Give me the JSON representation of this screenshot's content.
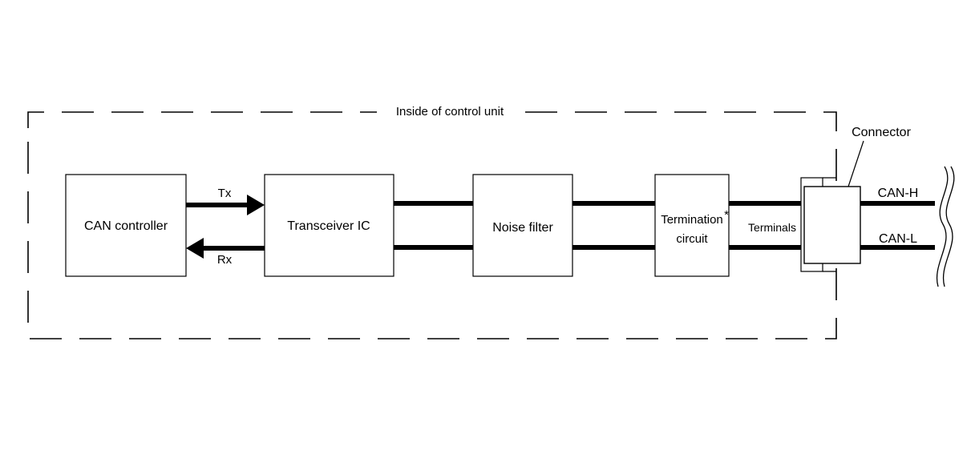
{
  "boundary": {
    "label": "Inside of control unit"
  },
  "blocks": {
    "can_controller": "CAN controller",
    "transceiver": "Transceiver IC",
    "noise_filter": "Noise filter",
    "termination_line1": "Termination",
    "termination_line2": "circuit",
    "termination_mark": "*"
  },
  "signals": {
    "tx": "Tx",
    "rx": "Rx"
  },
  "terminals": "Terminals",
  "connector": "Connector",
  "bus": {
    "high": "CAN-H",
    "low": "CAN-L"
  }
}
